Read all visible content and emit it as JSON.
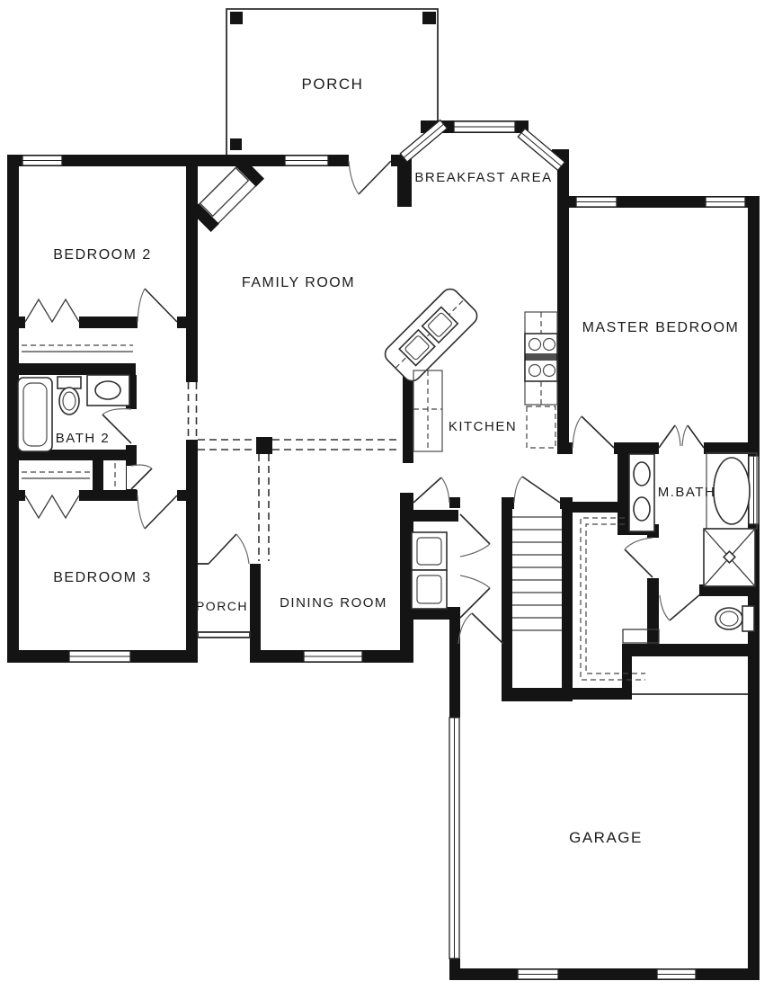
{
  "plan": {
    "title": "Single-story house floor plan with garage",
    "colors": {
      "wall": "#141414",
      "line": "#2e2e2e",
      "dashed": "#333333",
      "text": "#1c1c1c",
      "background": "#ffffff"
    },
    "rooms": [
      {
        "id": "porch-top",
        "label": "PORCH"
      },
      {
        "id": "breakfast-area",
        "label": "BREAKFAST AREA"
      },
      {
        "id": "bedroom-2",
        "label": "BEDROOM 2"
      },
      {
        "id": "family-room",
        "label": "FAMILY ROOM"
      },
      {
        "id": "master-bedroom",
        "label": "MASTER BEDROOM"
      },
      {
        "id": "bath-2",
        "label": "BATH 2"
      },
      {
        "id": "kitchen",
        "label": "KITCHEN"
      },
      {
        "id": "m-bath",
        "label": "M.BATH"
      },
      {
        "id": "bedroom-3",
        "label": "BEDROOM 3"
      },
      {
        "id": "porch-entry",
        "label": "PORCH"
      },
      {
        "id": "dining-room",
        "label": "DINING ROOM"
      },
      {
        "id": "garage",
        "label": "GARAGE"
      }
    ],
    "fixtures": [
      "bathtub",
      "toilet",
      "vanity-sink",
      "double-vanity",
      "garden-tub",
      "shower",
      "kitchen-double-sink",
      "range-cooktop",
      "refrigerator",
      "washer",
      "dryer",
      "fireplace",
      "staircase",
      "closet-shelving",
      "porch-post"
    ]
  }
}
